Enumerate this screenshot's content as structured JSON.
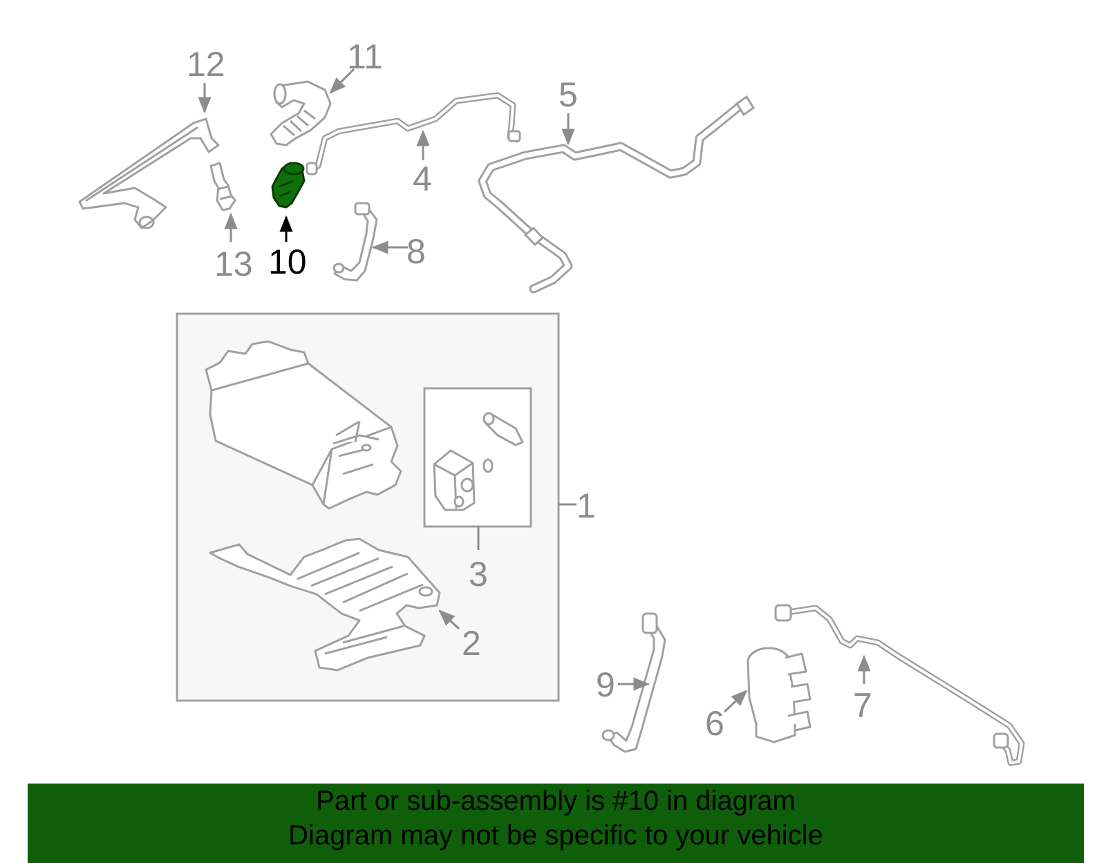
{
  "colors": {
    "line": "#a0a0a0",
    "label": "#8c8c8c",
    "highlight_fill": "#0f6f0a",
    "highlight_label": "#000000",
    "banner_bg": "#0f5f0a",
    "box_fill": "#f7f7f7"
  },
  "callouts": {
    "c1": "1",
    "c2": "2",
    "c3": "3",
    "c4": "4",
    "c5": "5",
    "c6": "6",
    "c7": "7",
    "c8": "8",
    "c9": "9",
    "c10": "10",
    "c11": "11",
    "c12": "12",
    "c13": "13"
  },
  "highlighted_part": "10",
  "banner": {
    "line1": "Part or sub-assembly is #10 in diagram",
    "line2": "Diagram may not be specific to your vehicle"
  }
}
